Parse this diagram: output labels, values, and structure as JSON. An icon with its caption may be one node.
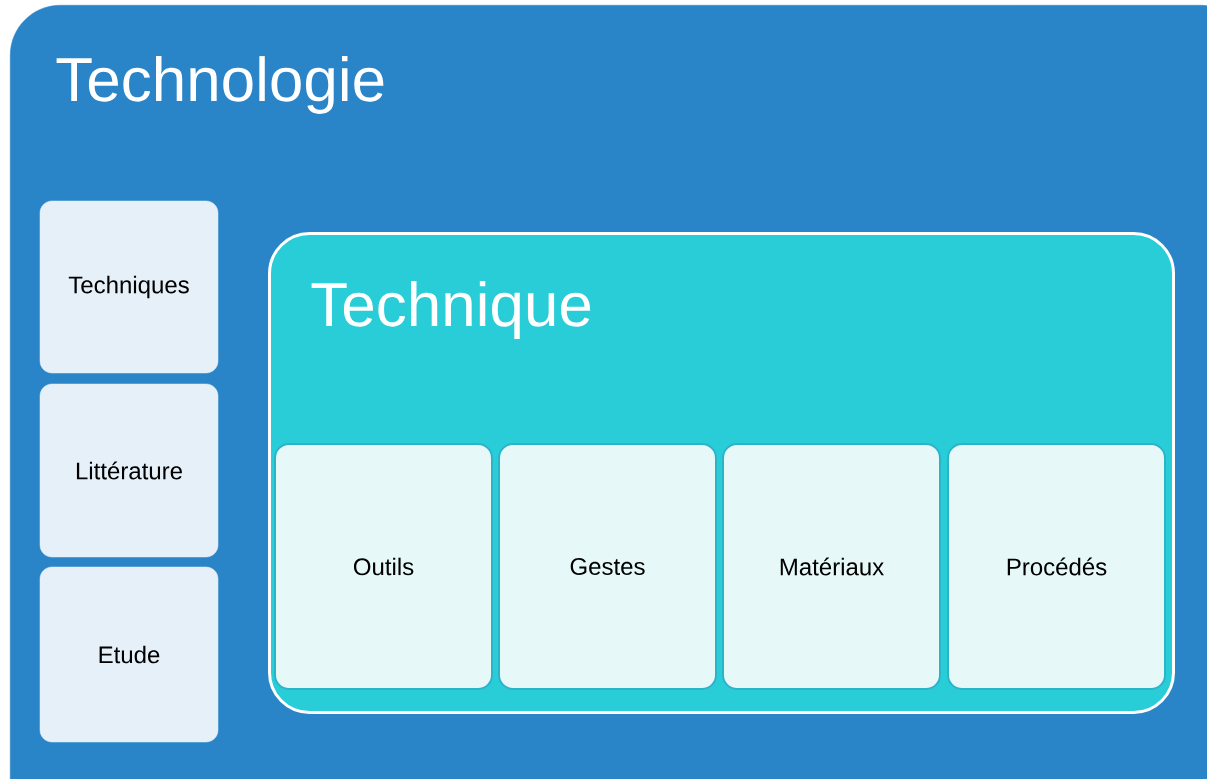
{
  "diagram": {
    "nodes": [
      {
        "text": [
          "Technologie"
        ]
      },
      {
        "text": [
          "Techniques"
        ],
        "in": 0
      },
      {
        "text": [
          "Littérature"
        ],
        "in": 0
      },
      {
        "text": [
          "Etude"
        ],
        "in": 0
      },
      {
        "text": [
          "Technique"
        ],
        "in": 0
      },
      {
        "text": [
          "Outils"
        ],
        "in": 4
      },
      {
        "text": [
          "Gestes"
        ],
        "in": 4
      },
      {
        "text": [
          "Matériaux"
        ],
        "in": 4
      },
      {
        "text": [
          "Procédés"
        ],
        "in": 4
      }
    ]
  }
}
